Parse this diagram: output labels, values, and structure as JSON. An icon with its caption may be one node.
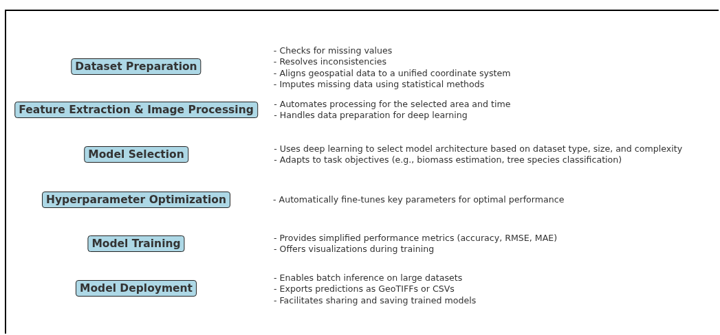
{
  "diagram": {
    "nodes": [
      {
        "text": [
          "Dataset Preparation"
        ],
        "beside": [
          "- Checks for missing values",
          "- Resolves inconsistencies",
          "- Aligns geospatial data to a unified coordinate system",
          "- Imputes missing data using statistical methods"
        ]
      },
      {
        "text": [
          "Feature Extraction & Image Processing"
        ],
        "beside": [
          "- Automates processing for the selected area and time",
          "- Handles data preparation for deep learning"
        ]
      },
      {
        "text": [
          "Model Selection"
        ],
        "beside": [
          "- Uses deep learning to select model architecture based on dataset type, size, and complexity",
          "- Adapts to task objectives (e.g., biomass estimation, tree species classification)"
        ]
      },
      {
        "text": [
          "Hyperparameter Optimization"
        ]
      },
      {
        "text": [
          "Model Training"
        ],
        "beside": [
          "- Provides simplified performance metrics (accuracy, RMSE, MAE)",
          "- Offers visualizations during training"
        ]
      },
      {
        "text": [
          "Model Deployment"
        ],
        "beside": [
          "- Enables batch inference on large datasets",
          "- Exports predictions as GeoTIFFs or CSVs",
          "- Facilitates sharing and saving trained models"
        ]
      }
    ],
    "labels": [
      "- Automatically fine-tunes key parameters for optimal performance"
    ]
  }
}
